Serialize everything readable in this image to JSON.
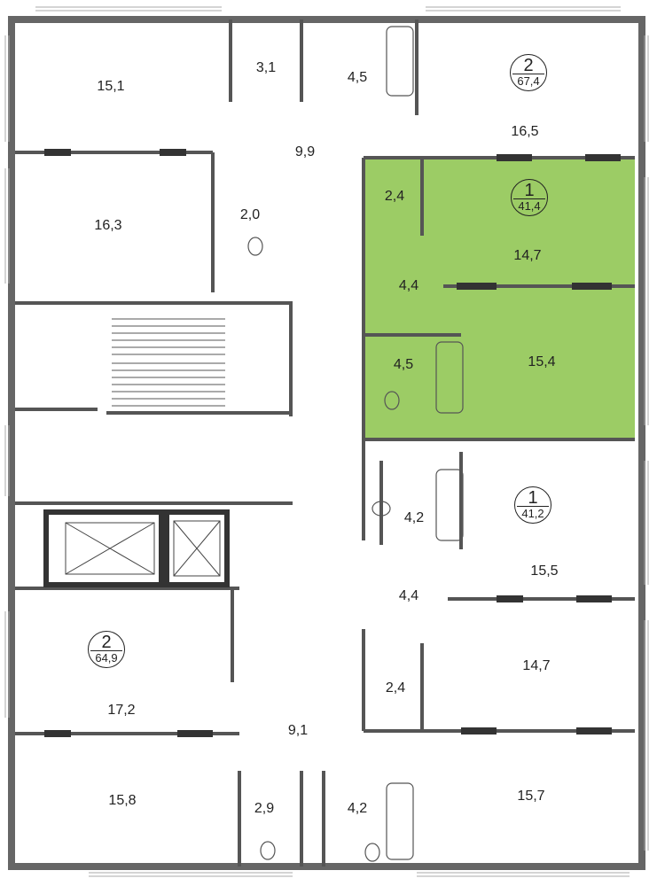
{
  "highlight_color": "#9ccc65",
  "wall_color": "#555555",
  "apartments": [
    {
      "id": "apt-top-right",
      "rooms": "2",
      "area": "67,4"
    },
    {
      "id": "apt-highlighted",
      "rooms": "1",
      "area": "41,4"
    },
    {
      "id": "apt-mid-right",
      "rooms": "1",
      "area": "41,2"
    },
    {
      "id": "apt-bottom-left",
      "rooms": "2",
      "area": "64,9"
    }
  ],
  "room_areas": {
    "r01": "15,1",
    "r02": "3,1",
    "r03": "4,5",
    "r04": "16,5",
    "r05": "9,9",
    "r06": "16,3",
    "r07": "2,0",
    "r08": "2,4",
    "r09": "14,7",
    "r10": "4,4",
    "r11": "4,5",
    "r12": "15,4",
    "r13": "4,2",
    "r14": "15,5",
    "r15": "4,4",
    "r16": "14,7",
    "r17": "2,4",
    "r18": "17,2",
    "r19": "9,1",
    "r20": "15,8",
    "r21": "2,9",
    "r22": "4,2",
    "r23": "15,7"
  }
}
